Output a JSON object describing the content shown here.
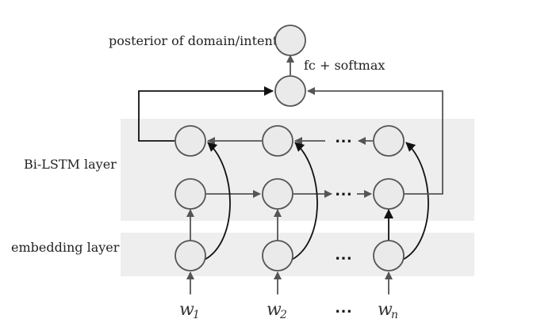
{
  "labels": {
    "posterior": "posterior of domain/intent",
    "fc": "fc + softmax",
    "bilstm": "Bi-LSTM layer",
    "embedding": "embedding layer"
  },
  "inputs": [
    {
      "var": "w",
      "sub": "1"
    },
    {
      "var": "w",
      "sub": "2"
    },
    {
      "var": "w",
      "sub": "n"
    }
  ],
  "ellipsis": "⋯",
  "colors": {
    "band": "#eeeeee",
    "node_fill": "#eaeaea",
    "node_stroke": "#555555",
    "arrow_gray": "#555555",
    "arrow_black": "#111111"
  }
}
